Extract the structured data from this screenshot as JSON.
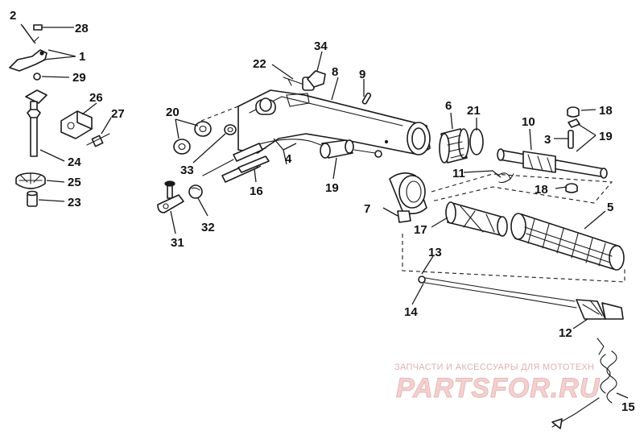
{
  "callouts": [
    {
      "id": "c1",
      "text": "1"
    },
    {
      "id": "c2",
      "text": "2"
    },
    {
      "id": "c3",
      "text": "3"
    },
    {
      "id": "c4",
      "text": "4"
    },
    {
      "id": "c5",
      "text": "5"
    },
    {
      "id": "c6",
      "text": "6"
    },
    {
      "id": "c7",
      "text": "7"
    },
    {
      "id": "c8",
      "text": "8"
    },
    {
      "id": "c9",
      "text": "9"
    },
    {
      "id": "c10",
      "text": "10"
    },
    {
      "id": "c11",
      "text": "11"
    },
    {
      "id": "c12",
      "text": "12"
    },
    {
      "id": "c13",
      "text": "13"
    },
    {
      "id": "c14",
      "text": "14"
    },
    {
      "id": "c15",
      "text": "15"
    },
    {
      "id": "c16",
      "text": "16"
    },
    {
      "id": "c17",
      "text": "17"
    },
    {
      "id": "c18a",
      "text": "18"
    },
    {
      "id": "c18b",
      "text": "18"
    },
    {
      "id": "c19",
      "text": "19"
    },
    {
      "id": "c20",
      "text": "20"
    },
    {
      "id": "c21",
      "text": "21"
    },
    {
      "id": "c22",
      "text": "22"
    },
    {
      "id": "c23",
      "text": "23"
    },
    {
      "id": "c24",
      "text": "24"
    },
    {
      "id": "c25",
      "text": "25"
    },
    {
      "id": "c26",
      "text": "26"
    },
    {
      "id": "c27",
      "text": "27"
    },
    {
      "id": "c28",
      "text": "28"
    },
    {
      "id": "c29",
      "text": "29"
    },
    {
      "id": "c30",
      "text": "30"
    },
    {
      "id": "c31",
      "text": "31"
    },
    {
      "id": "c32",
      "text": "32"
    },
    {
      "id": "c33",
      "text": "33"
    },
    {
      "id": "c34",
      "text": "34"
    }
  ],
  "watermark": {
    "tagline": "ЗАПЧАСТИ И АКСЕССУАРЫ ДЛЯ МОТОТЕХН",
    "logo_text": "PARTSFOR.RU"
  },
  "colors": {
    "line": "#1a1a1a",
    "watermark": "#e6a9a9",
    "background": "#ffffff"
  }
}
